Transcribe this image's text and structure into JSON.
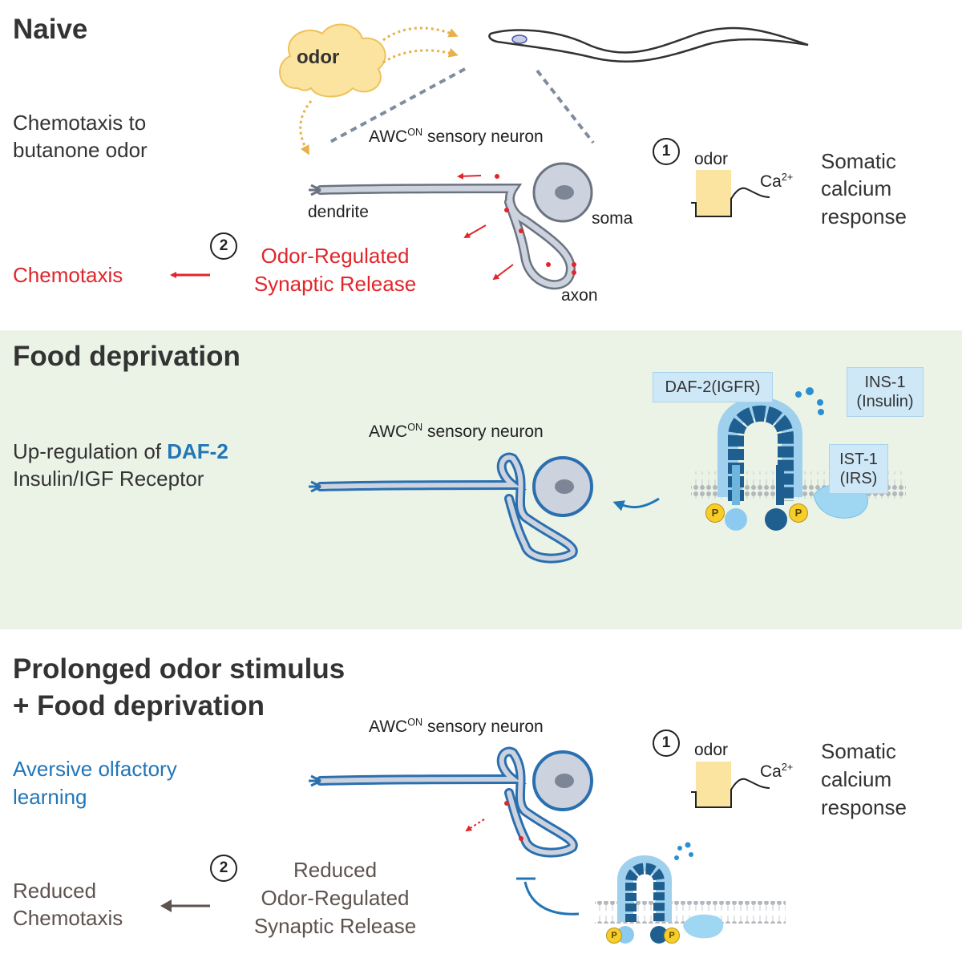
{
  "naive": {
    "title": "Naive",
    "odor_cloud": "odor",
    "chemotaxis_desc_line1": "Chemotaxis to",
    "chemotaxis_desc_line2": "butanone odor",
    "neuron_label_main": "AWC",
    "neuron_label_sup": "ON",
    "neuron_label_rest": " sensory neuron",
    "dendrite": "dendrite",
    "soma": "soma",
    "axon": "axon",
    "step1": "1",
    "odor_trace_label": "odor",
    "ca_main": "Ca",
    "ca_sup": "2+",
    "somatic_line1": "Somatic",
    "somatic_line2": "calcium",
    "somatic_line3": "response",
    "step2": "2",
    "release_line1": "Odor-Regulated",
    "release_line2": "Synaptic Release",
    "outcome": "Chemotaxis"
  },
  "food_deprivation": {
    "title": "Food deprivation",
    "upreg_prefix": "Up-regulation of ",
    "upreg_gene": "DAF-2",
    "upreg_line2": "Insulin/IGF Receptor",
    "neuron_label_main": "AWC",
    "neuron_label_sup": "ON",
    "neuron_label_rest": " sensory neuron",
    "daf2_box": "DAF-2(IGFR)",
    "ins1_line1": "INS-1",
    "ins1_line2": "(Insulin)",
    "ist1_line1": "IST-1",
    "ist1_line2": "(IRS)",
    "phospho": "P"
  },
  "prolonged": {
    "title_line1": "Prolonged odor stimulus",
    "title_line2": "+ Food deprivation",
    "learning_line1": "Aversive olfactory",
    "learning_line2": "learning",
    "neuron_label_main": "AWC",
    "neuron_label_sup": "ON",
    "neuron_label_rest": " sensory neuron",
    "step1": "1",
    "odor_trace_label": "odor",
    "ca_main": "Ca",
    "ca_sup": "2+",
    "somatic_line1": "Somatic",
    "somatic_line2": "calcium",
    "somatic_line3": "response",
    "step2": "2",
    "release_line1": "Reduced",
    "release_line2": "Odor-Regulated",
    "release_line3": "Synaptic Release",
    "outcome_line1": "Reduced",
    "outcome_line2": "Chemotaxis",
    "phospho": "P"
  },
  "colors": {
    "red": "#e0262b",
    "blue": "#2276b8",
    "dark_blue": "#165e8c",
    "light_blue": "#6fb6df",
    "neuron_fill": "#cdd3de",
    "odor_yellow": "#fbe3a0",
    "brown": "#5e534f",
    "green_bg": "#ebf3e6"
  }
}
